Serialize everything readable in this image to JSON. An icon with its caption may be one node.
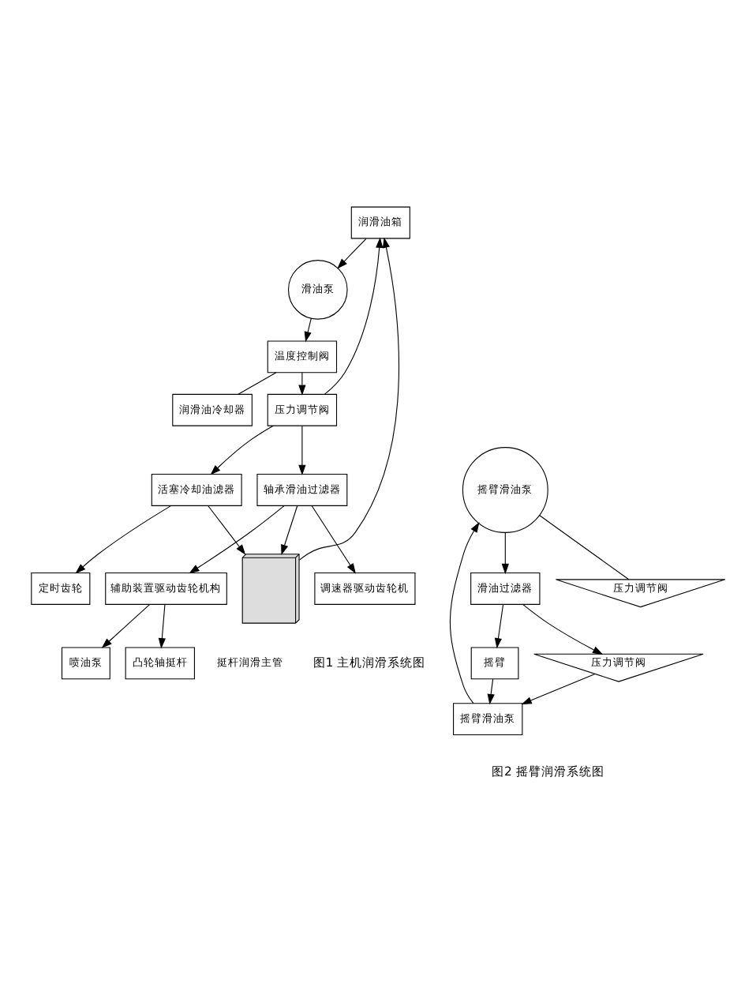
{
  "diagram": {
    "nodes": [
      {
        "text": [
          "润滑油箱"
        ]
      },
      {
        "text": [
          "滑油泵"
        ]
      },
      {
        "text": [
          "温度控制阀"
        ]
      },
      {
        "text": [
          "润滑油冷却器"
        ]
      },
      {
        "text": [
          "压力调节阀"
        ]
      },
      {
        "text": [
          "活塞冷却油滤器"
        ]
      },
      {
        "text": [
          "轴承滑油过滤器"
        ]
      },
      {
        "text": [],
        "shape": "picture"
      },
      {
        "text": [
          "调速器驱动齿轮机"
        ]
      },
      {
        "text": [
          "辅助装置驱动齿轮机构"
        ]
      },
      {
        "text": [
          "定时齿轮"
        ]
      },
      {
        "text": [
          "喷油泵"
        ]
      },
      {
        "text": [
          "凸轮轴挺杆"
        ]
      },
      {
        "text": [
          "压力调节阀"
        ]
      },
      {
        "text": [
          "摇臂滑油泵"
        ]
      },
      {
        "text": [
          "滑油过滤器"
        ]
      },
      {
        "text": [
          "压力调节阀"
        ]
      },
      {
        "text": [
          "摇臂"
        ]
      },
      {
        "text": [
          "摇臂滑油泵"
        ]
      }
    ],
    "edges": [
      {
        "from": 0,
        "to": 1,
        "arrow": "to"
      },
      {
        "from": 1,
        "to": 2,
        "arrow": "to"
      },
      {
        "from": 2,
        "to": 3,
        "arrow": "none"
      },
      {
        "from": 2,
        "to": 4,
        "arrow": "to"
      },
      {
        "from": 4,
        "to": 5,
        "arrow": "to"
      },
      {
        "from": 4,
        "to": 6,
        "arrow": "to"
      },
      {
        "from": 5,
        "to": 7,
        "arrow": "to"
      },
      {
        "from": 6,
        "to": 7,
        "arrow": "to"
      },
      {
        "from": 6,
        "to": 8,
        "arrow": "to"
      },
      {
        "from": 6,
        "to": 9,
        "arrow": "to"
      },
      {
        "from": 5,
        "to": 10,
        "arrow": "to"
      },
      {
        "from": 9,
        "to": 11,
        "arrow": "to"
      },
      {
        "from": 9,
        "to": 12,
        "arrow": "to"
      },
      {
        "from": 7,
        "to": 0,
        "arrow": "to"
      },
      {
        "from": 4,
        "to": 0,
        "arrow": "to"
      },
      {
        "from": 18,
        "to": 14,
        "arrow": "to"
      },
      {
        "from": 14,
        "to": 13,
        "arrow": "none"
      },
      {
        "from": 14,
        "to": 15,
        "arrow": "to"
      },
      {
        "from": 15,
        "to": 16,
        "arrow": "to"
      },
      {
        "from": 15,
        "to": 17,
        "arrow": "to"
      },
      {
        "from": 17,
        "to": 18,
        "arrow": "to"
      },
      {
        "from": 16,
        "to": 18,
        "arrow": "to"
      }
    ],
    "labels": [
      "挺杆润滑主管",
      "图1 主机润滑系统图",
      "图2 摇臂润滑系统图"
    ]
  }
}
